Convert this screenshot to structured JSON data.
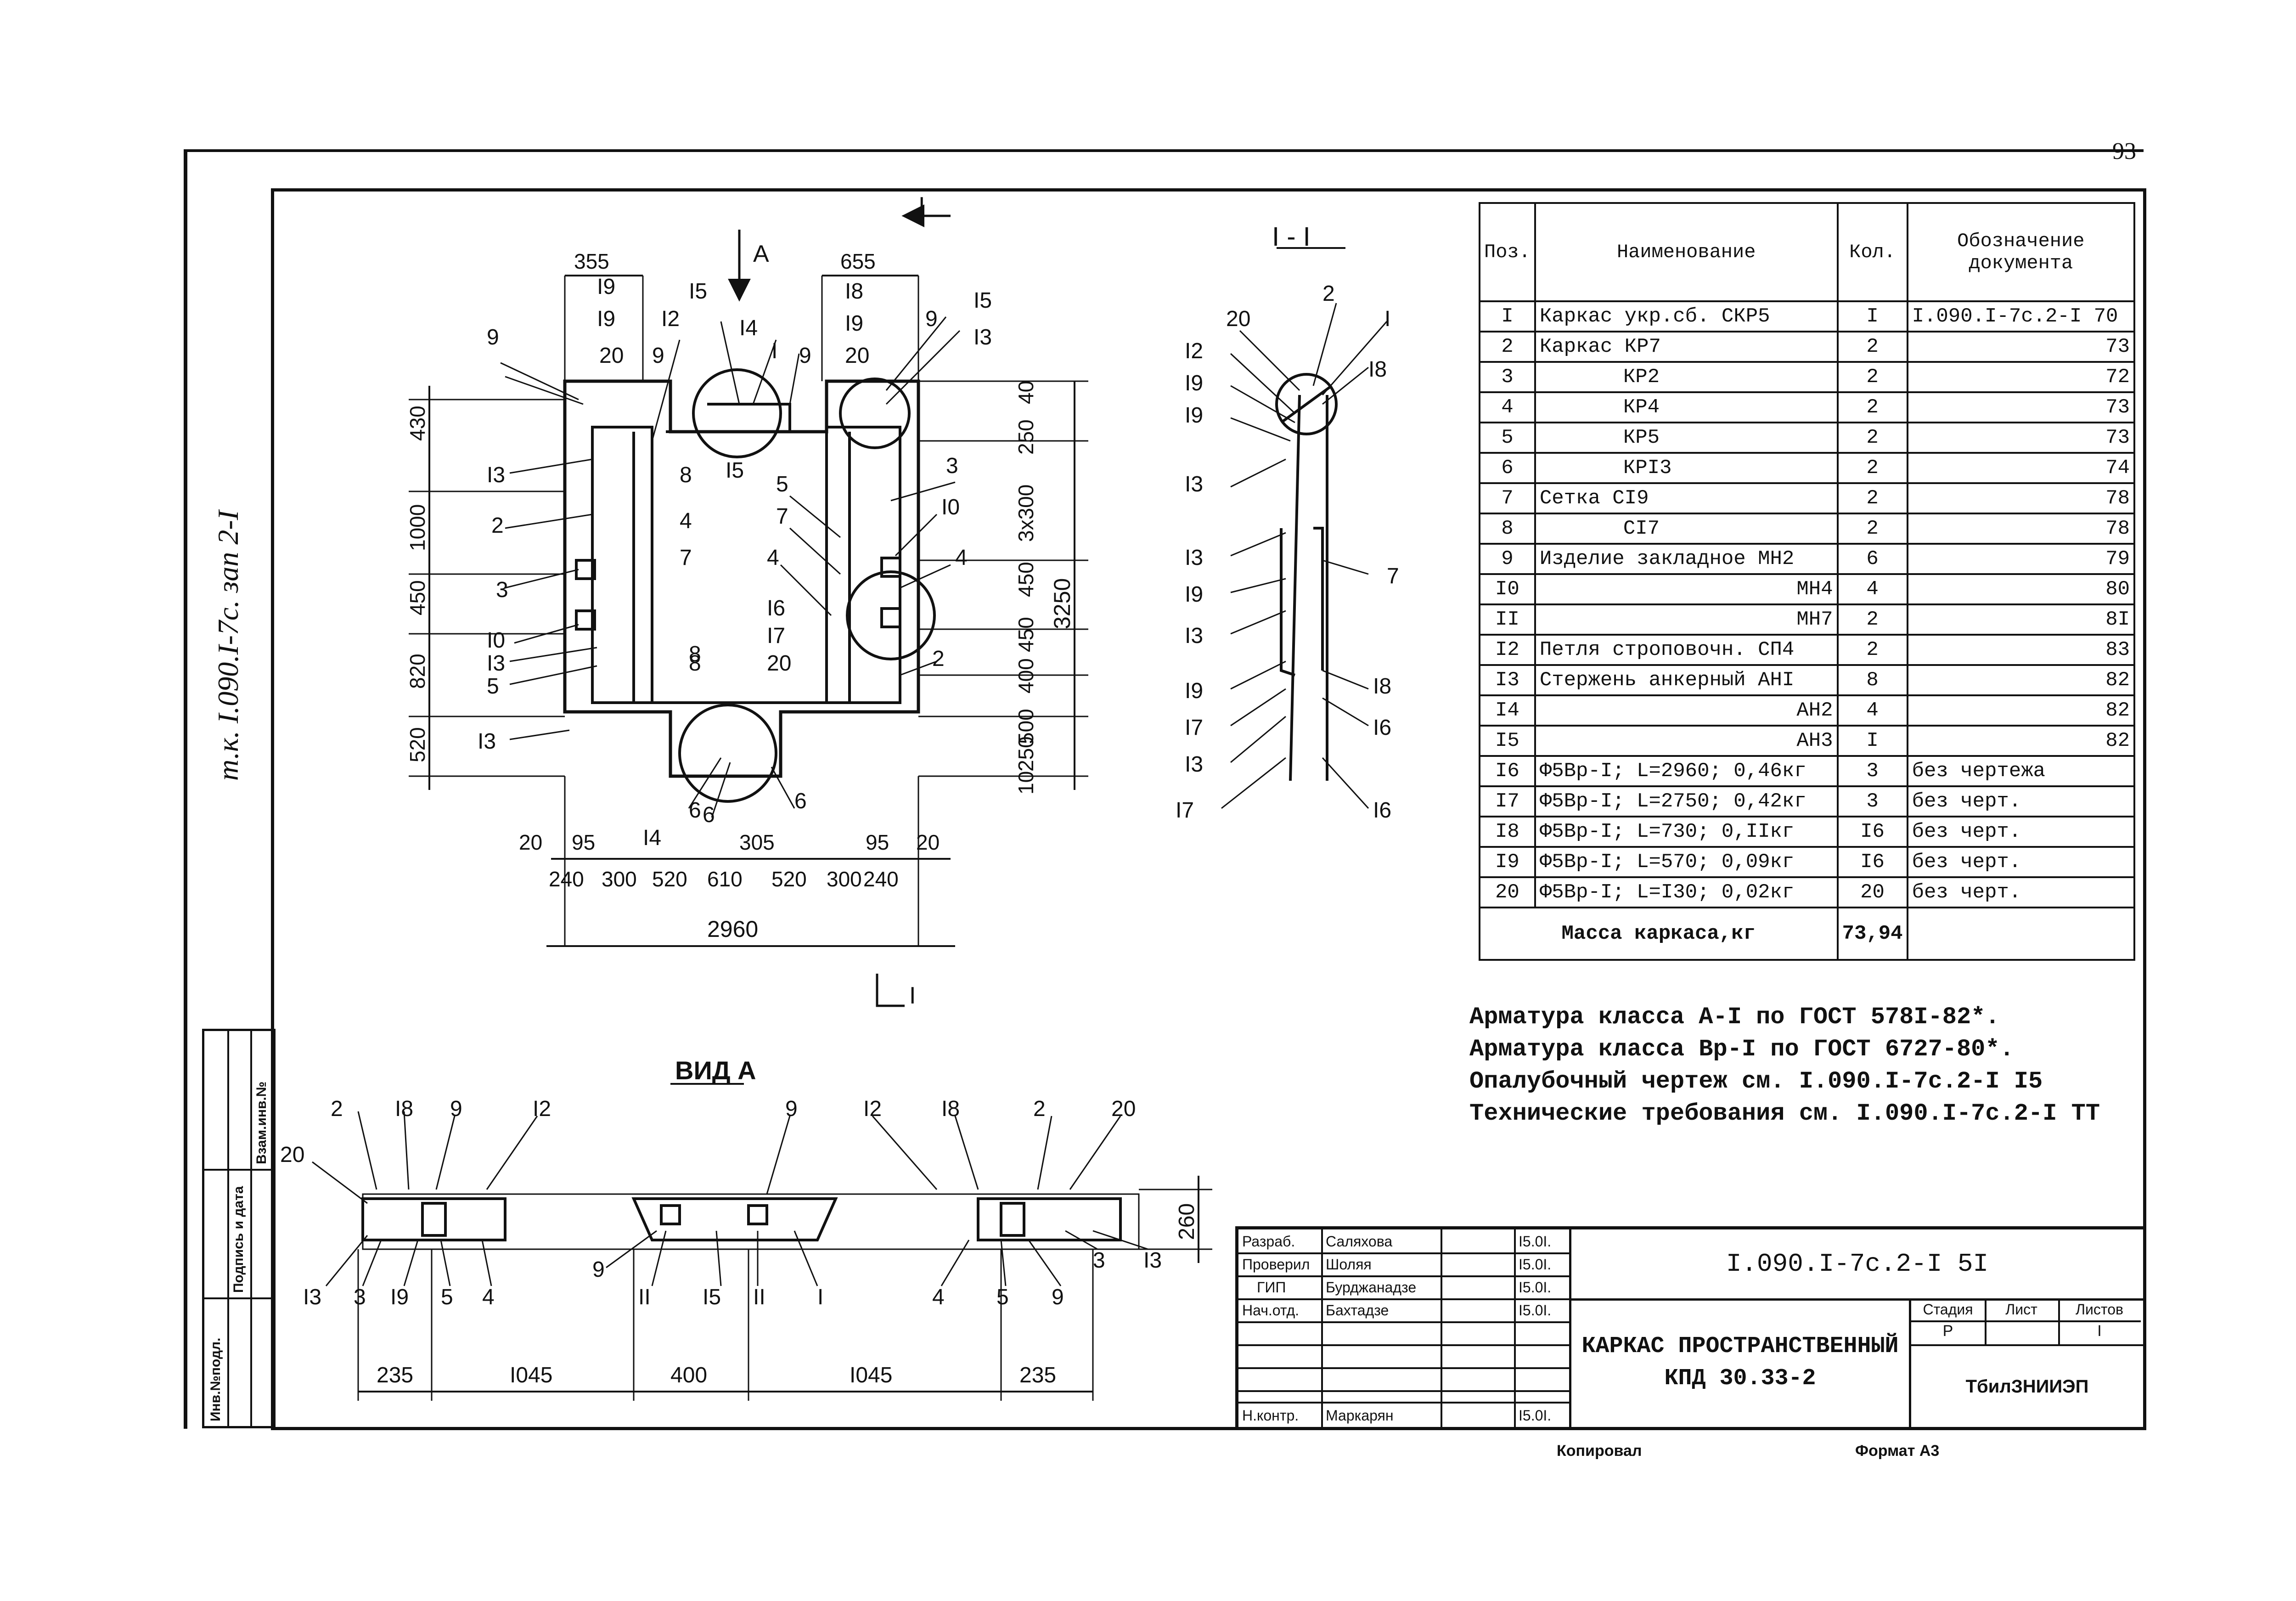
{
  "page_number": "93",
  "plan": {
    "top_dims": [
      "355",
      "655"
    ],
    "left_dims": [
      "430",
      "1000",
      "450",
      "820",
      "520"
    ],
    "right_dims": [
      "40",
      "250",
      "3x300",
      "450",
      "450",
      "400",
      "500",
      "250",
      "10"
    ],
    "right_total": "3250",
    "bottom_dims": [
      "20",
      "240",
      "95",
      "300",
      "520",
      "610",
      "305",
      "520",
      "300",
      "95",
      "240",
      "20"
    ],
    "bottom_total": "2960",
    "section_mark": "I",
    "view_mark": "A",
    "labels": [
      "I9",
      "I9",
      "20",
      "I2",
      "I5",
      "I4",
      "I",
      "9",
      "9",
      "I8",
      "I9",
      "20",
      "9",
      "I5",
      "I3",
      "9",
      "I3",
      "2",
      "3",
      "I0",
      "I3",
      "5",
      "I3",
      "8",
      "4",
      "7",
      "8",
      "I5",
      "5",
      "7",
      "4",
      "I6",
      "I7",
      "20",
      "3",
      "I0",
      "4",
      "2",
      "8",
      "I4",
      "6",
      "6",
      "6"
    ]
  },
  "section": {
    "title": "I - I",
    "labels": [
      "20",
      "2",
      "I",
      "I2",
      "I9",
      "I8",
      "I9",
      "I3",
      "I3",
      "7",
      "I9",
      "I3",
      "I9",
      "I8",
      "I7",
      "I6",
      "I3",
      "I7",
      "I6"
    ]
  },
  "view_a": {
    "title": "ВИД А",
    "top_labels": [
      "2",
      "I8",
      "9",
      "I2",
      "20",
      "9",
      "I2",
      "I8",
      "2",
      "20"
    ],
    "bottom_labels": [
      "I3",
      "3",
      "I9",
      "5",
      "4",
      "9",
      "II",
      "I5",
      "II",
      "I",
      "4",
      "5",
      "9",
      "3",
      "I3"
    ],
    "dims": [
      "235",
      "I045",
      "400",
      "I045",
      "235"
    ],
    "height": "260"
  },
  "spec": {
    "headers": [
      "Поз.",
      "Наименование",
      "Кол.",
      "Обозначение документа"
    ],
    "rows": [
      {
        "pos": "I",
        "name": "Каркас укр.сб. СКР5",
        "qty": "I",
        "doc": "I.090.I-7с.2-I 70",
        "indent": false
      },
      {
        "pos": "2",
        "name": "Каркас КР7",
        "qty": "2",
        "doc": "73",
        "indent": false
      },
      {
        "pos": "3",
        "name": "КР2",
        "qty": "2",
        "doc": "72",
        "indent": true
      },
      {
        "pos": "4",
        "name": "КР4",
        "qty": "2",
        "doc": "73",
        "indent": true
      },
      {
        "pos": "5",
        "name": "КР5",
        "qty": "2",
        "doc": "73",
        "indent": true
      },
      {
        "pos": "6",
        "name": "КРI3",
        "qty": "2",
        "doc": "74",
        "indent": true
      },
      {
        "pos": "7",
        "name": "Сетка СI9",
        "qty": "2",
        "doc": "78",
        "indent": false
      },
      {
        "pos": "8",
        "name": "СI7",
        "qty": "2",
        "doc": "78",
        "indent": true
      },
      {
        "pos": "9",
        "name": "Изделие закладное МН2",
        "qty": "6",
        "doc": "79",
        "indent": false
      },
      {
        "pos": "I0",
        "name": "МН4",
        "qty": "4",
        "doc": "80",
        "indent": "r"
      },
      {
        "pos": "II",
        "name": "МН7",
        "qty": "2",
        "doc": "8I",
        "indent": "r"
      },
      {
        "pos": "I2",
        "name": "Петля строповочн. СП4",
        "qty": "2",
        "doc": "83",
        "indent": false
      },
      {
        "pos": "I3",
        "name": "Стержень анкерный АНI",
        "qty": "8",
        "doc": "82",
        "indent": false
      },
      {
        "pos": "I4",
        "name": "АН2",
        "qty": "4",
        "doc": "82",
        "indent": "r"
      },
      {
        "pos": "I5",
        "name": "АН3",
        "qty": "I",
        "doc": "82",
        "indent": "r"
      },
      {
        "pos": "I6",
        "name": "Ф5Вр-I; L=2960; 0,46кг",
        "qty": "3",
        "doc": "без чертежа",
        "indent": false
      },
      {
        "pos": "I7",
        "name": "Ф5Вр-I; L=2750; 0,42кг",
        "qty": "3",
        "doc": "без черт.",
        "indent": false
      },
      {
        "pos": "I8",
        "name": "Ф5Вр-I; L=730; 0,IIкг",
        "qty": "I6",
        "doc": "без черт.",
        "indent": false
      },
      {
        "pos": "I9",
        "name": "Ф5Вр-I; L=570; 0,09кг",
        "qty": "I6",
        "doc": "без черт.",
        "indent": false
      },
      {
        "pos": "20",
        "name": "Ф5Вр-I; L=I30; 0,02кг",
        "qty": "20",
        "doc": "без черт.",
        "indent": false
      }
    ],
    "mass_label": "Масса каркаса,кг",
    "mass_value": "73,94"
  },
  "notes": [
    "Арматура класса А-I по ГОСТ 578I-82*.",
    "Арматура класса Вр-I по ГОСТ 6727-80*.",
    "Опалубочный чертеж см. I.090.I-7с.2-I I5",
    "Технические требования см. I.090.I-7с.2-I ТТ"
  ],
  "title_block": {
    "roles": [
      "Разраб.",
      "Проверил",
      "ГИП",
      "Нач.отд.",
      "Н.контр."
    ],
    "names": [
      "Саляхова",
      "Шоляя",
      "Бурджанадзе",
      "Бахтадзе",
      "Маркарян"
    ],
    "dates": [
      "I5.0I.",
      "I5.0I.",
      "I5.0I.",
      "I5.0I.",
      "I5.0I."
    ],
    "code": "I.090.I-7с.2-I 5I",
    "name_line1": "КАРКАС ПРОСТРАНСТВЕННЫЙ",
    "name_line2": "КПД 30.33-2",
    "stage_label": "Стадия",
    "sheet_label": "Лист",
    "sheets_label": "Листов",
    "stage_value": "Р",
    "sheets_value": "I",
    "organization": "ТбилЗНИИЭП"
  },
  "side_stamp": {
    "labels": [
      "Инв.№подл.",
      "Подпись и дата",
      "Взам.инв.№"
    ],
    "handwritten": "т.к. I.090.I-7с. зап 2-I"
  },
  "footer": {
    "copied": "Копировал",
    "format": "Формат А3"
  }
}
